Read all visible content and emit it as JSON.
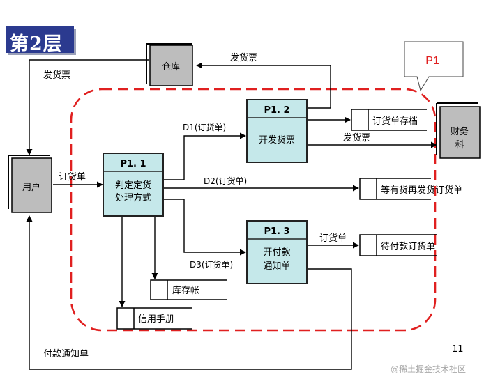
{
  "title": "第2层",
  "callout": "P1",
  "processes": {
    "p11": {
      "id": "P1. 1",
      "line1": "判定定货",
      "line2": "处理方式"
    },
    "p12": {
      "id": "P1. 2",
      "line1": "开发货票"
    },
    "p13": {
      "id": "P1. 3",
      "line1": "开付款",
      "line2": "通知单"
    }
  },
  "externals": {
    "user": "用户",
    "warehouse": "仓库",
    "finance_line1": "财务",
    "finance_line2": "科"
  },
  "stores": {
    "order_archive": "订货单存档",
    "wait_stock": "等有货再发货订货单",
    "wait_payment": "待付款订货单",
    "inventory": "库存帐",
    "credit": "信用手册"
  },
  "flows": {
    "invoice_top": "发货票",
    "invoice_left": "发货票",
    "order_in": "订货单",
    "d1": "D1(订货单)",
    "d2": "D2(订货单)",
    "d3": "D3(订货单)",
    "invoice_finance": "发货票",
    "order_to_wait_payment": "订货单",
    "payment_notice": "付款通知单"
  },
  "page_number": "11",
  "watermark": "@稀土掘金技术社区",
  "colors": {
    "process_fill": "#c5e8ea",
    "process_stroke": "#222222",
    "entity_fill": "#bdbdbd",
    "boundary": "#e02020",
    "title_bg": "#2b3a8f",
    "callout_text": "#e02020"
  }
}
